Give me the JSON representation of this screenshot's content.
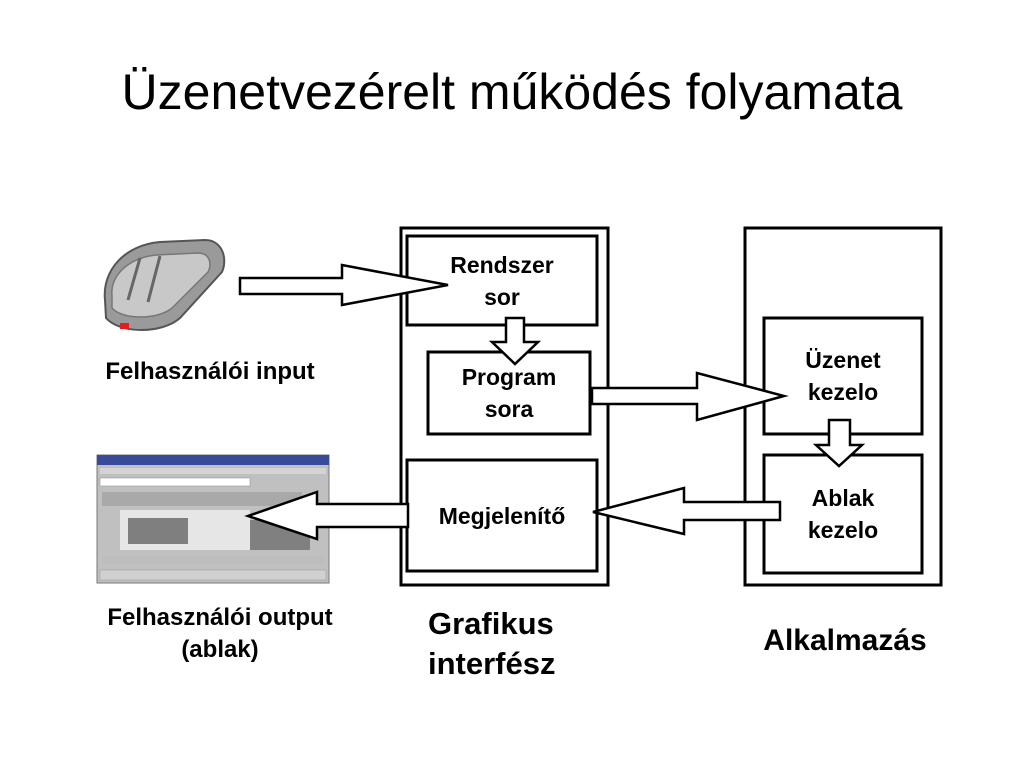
{
  "title": "Üzenetvezérelt működés folyamata",
  "labels": {
    "user_input": "Felhasználói input",
    "user_output_line1": "Felhasználói output",
    "user_output_line2": "(ablak)",
    "gui_line1": "Grafikus",
    "gui_line2": "interfész",
    "application": "Alkalmazás"
  },
  "boxes": {
    "system_queue": [
      "Rendszer",
      "sor"
    ],
    "program_queue": [
      "Program",
      "sora"
    ],
    "display": [
      "Megjelenítő"
    ],
    "message_handler": [
      "Üzenet",
      "kezelo"
    ],
    "window_handler": [
      "Ablak",
      "kezelo"
    ]
  }
}
